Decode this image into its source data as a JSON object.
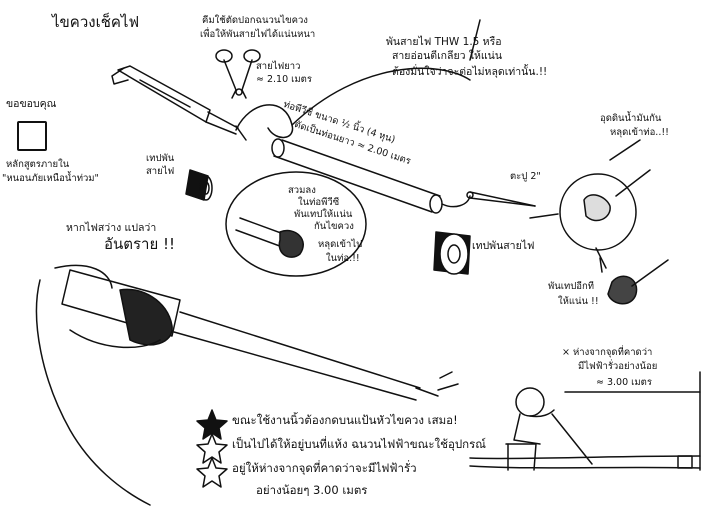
{
  "header": {
    "title": "ไขควงเช็คไฟ"
  },
  "credits": {
    "thanks": "ขอขอบคุณ",
    "source_line1": "หลักสูตรภายใน",
    "source_line2": "\"หนอนภัยเหนือน้ำท่วม\""
  },
  "labels": {
    "clamp_note_line1": "คีมใช้ตัดปอกฉนวนไขควง",
    "clamp_note_line2": "เพื่อให้พันสายไฟได้แน่นหนา",
    "wire_length_line1": "สายไฟยาว",
    "wire_length_line2": "≈ 2.10 เมตร",
    "wire_spec_line1": "พันสายไฟ THW 1.5 หรือ",
    "wire_spec_line2": "สายอ่อนตีเกลียว ให้แน่น",
    "wire_spec_line3": "ต้องมั่นใจว่าจะต่อไม่หลุดเท่านั้น.!!",
    "pipe_size": "ท่อพีวีซี ขนาด ½ นิ้ว (4 หุน)",
    "pipe_length": "ตัดเป็นท่อนยาว ≈ 2.00 เมตร",
    "elbow_label": "ตะปู 2\"",
    "tape_wrap_left_line1": "เทปพัน",
    "tape_wrap_left_line2": "สายไฟ",
    "insert_line1": "สวมลง",
    "insert_line2": "ในท่อพีวีซี",
    "insert_line3": "พันเทปให้แน่น",
    "insert_line4": "กันไขควง",
    "insert_line5": "หลุดเข้าไป",
    "insert_line6": "ในท่อ.!!",
    "tape_bottom": "เทปพันสายไฟ",
    "fill_hole_line1": "อุดดินน้ำมันกัน",
    "fill_hole_line2": "หลุดเข้าท่อ..!!",
    "wrap_tight_line1": "พันเทปอีกที",
    "wrap_tight_line2": "ให้แน่น !!",
    "warning_line1": "หากไฟสว่าง แปลว่า",
    "warning_line2": "อันตราย !!",
    "distance_line1": "× ห่างจากจุดที่คาดว่า",
    "distance_line2": "มีไฟฟ้ารั่วอย่างน้อย",
    "distance_value": "≈ 3.00 เมตร"
  },
  "bullets": [
    {
      "icon": "star-filled-icon",
      "text": "ขณะใช้งานนิ้วต้องกดบนแป้นหัวไขควง เสมอ!"
    },
    {
      "icon": "star-outline-icon",
      "text": "เป็นไปได้ให้อยู่บนที่แห้ง ฉนวนไฟฟ้าขณะใช้อุปกรณ์"
    },
    {
      "icon": "star-outline-icon",
      "text": "อยู่ให้ห่างจากจุดที่คาดว่าจะมีไฟฟ้ารั่ว"
    }
  ],
  "bullet_footer": "อย่างน้อยๆ 3.00 เมตร"
}
